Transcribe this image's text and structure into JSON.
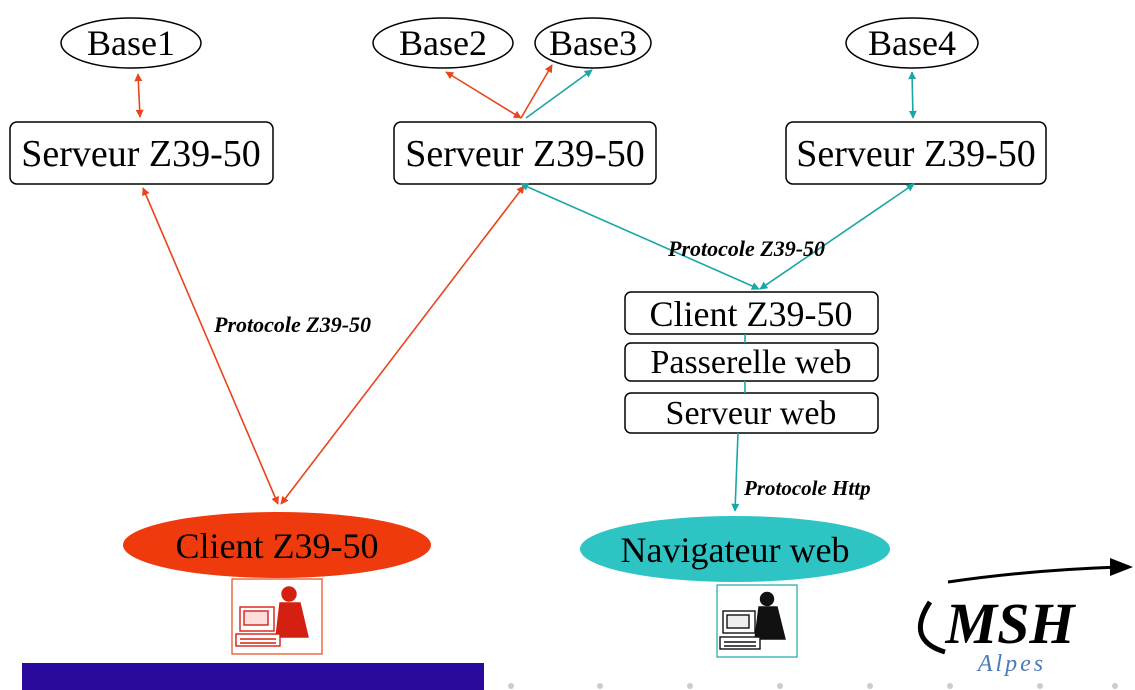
{
  "colors": {
    "left_flow": "#e8451c",
    "right_flow": "#1aa6a6",
    "client_fill": "#ee3a0c",
    "browser_fill": "#2fc4c4",
    "footer_bar": "#2a0a9c",
    "logo_blue": "#4a7ab8",
    "dot": "#cccccc"
  },
  "databases": {
    "base1": "Base1",
    "base2": "Base2",
    "base3": "Base3",
    "base4": "Base4"
  },
  "servers": {
    "left": "Serveur Z39-50",
    "middle": "Serveur Z39-50",
    "right": "Serveur Z39-50"
  },
  "gateway_stack": {
    "client": "Client Z39-50",
    "gateway": "Passerelle web",
    "web_server": "Serveur web"
  },
  "clients": {
    "z3950_client": "Client Z39-50",
    "web_browser": "Navigateur web"
  },
  "protocols": {
    "left": "Protocole Z39-50",
    "right": "Protocole Z39-50",
    "http": "Protocole Http"
  },
  "icons": {
    "left_user": "user-at-computer-icon",
    "right_user": "user-at-computer-icon"
  },
  "logo": {
    "main": "MSH",
    "sub": "Alpes"
  }
}
